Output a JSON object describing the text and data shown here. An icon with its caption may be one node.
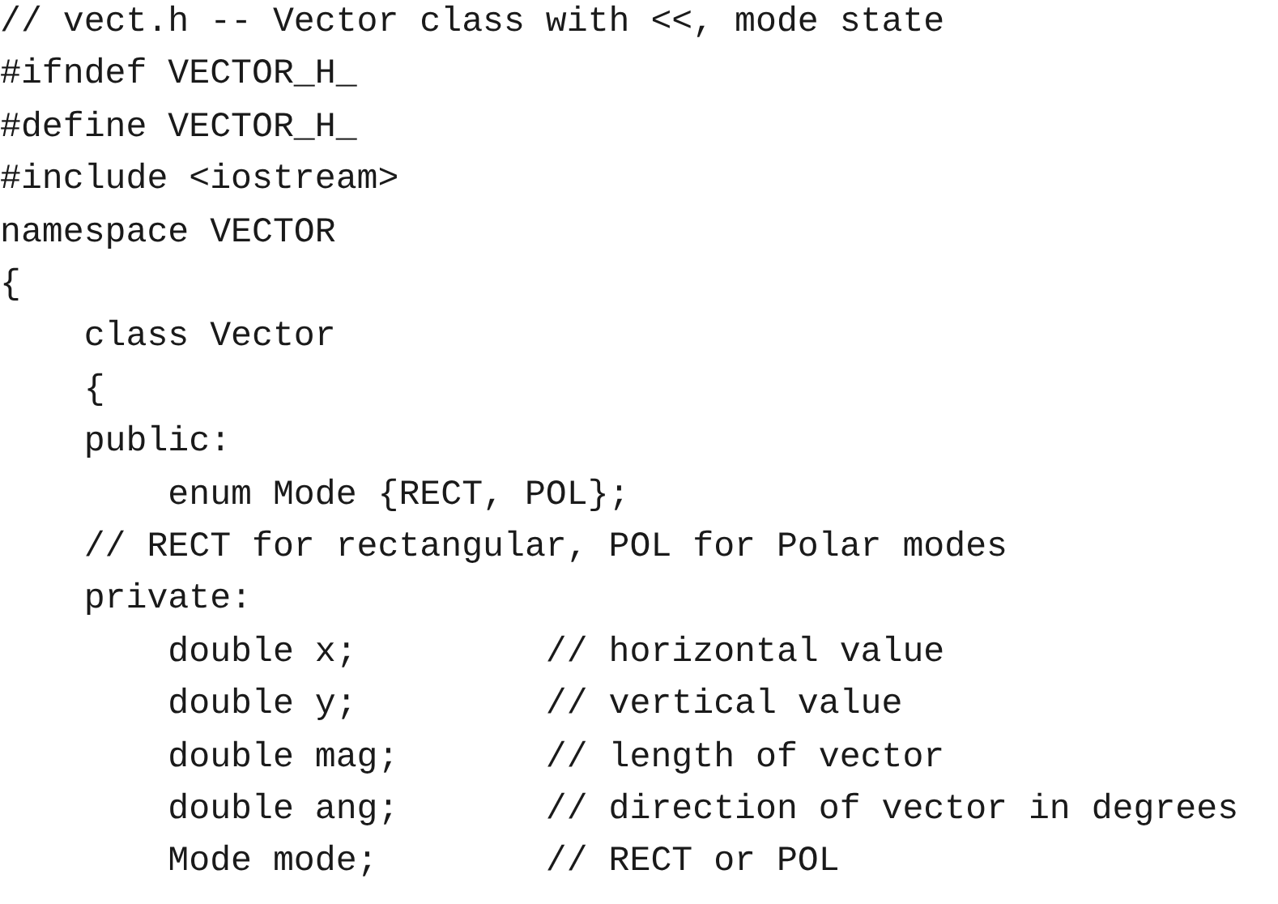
{
  "diagram": {
    "labels": [
      "// vect.h -- Vector class with <<, mode state",
      "#ifndef VECTOR_H_",
      "#define VECTOR_H_",
      "#include <iostream>",
      "namespace VECTOR",
      "{",
      "class Vector",
      "{",
      "public:",
      "enum Mode {RECT, POL};",
      "// RECT for rectangular, POL for Polar modes",
      "private:",
      "double x;",
      "// horizontal value",
      "double y;",
      "// vertical value",
      "double mag;",
      "// length of vector",
      "double ang;",
      "// direction of vector in degrees",
      "Mode mode;",
      "// RECT or POL"
    ]
  }
}
